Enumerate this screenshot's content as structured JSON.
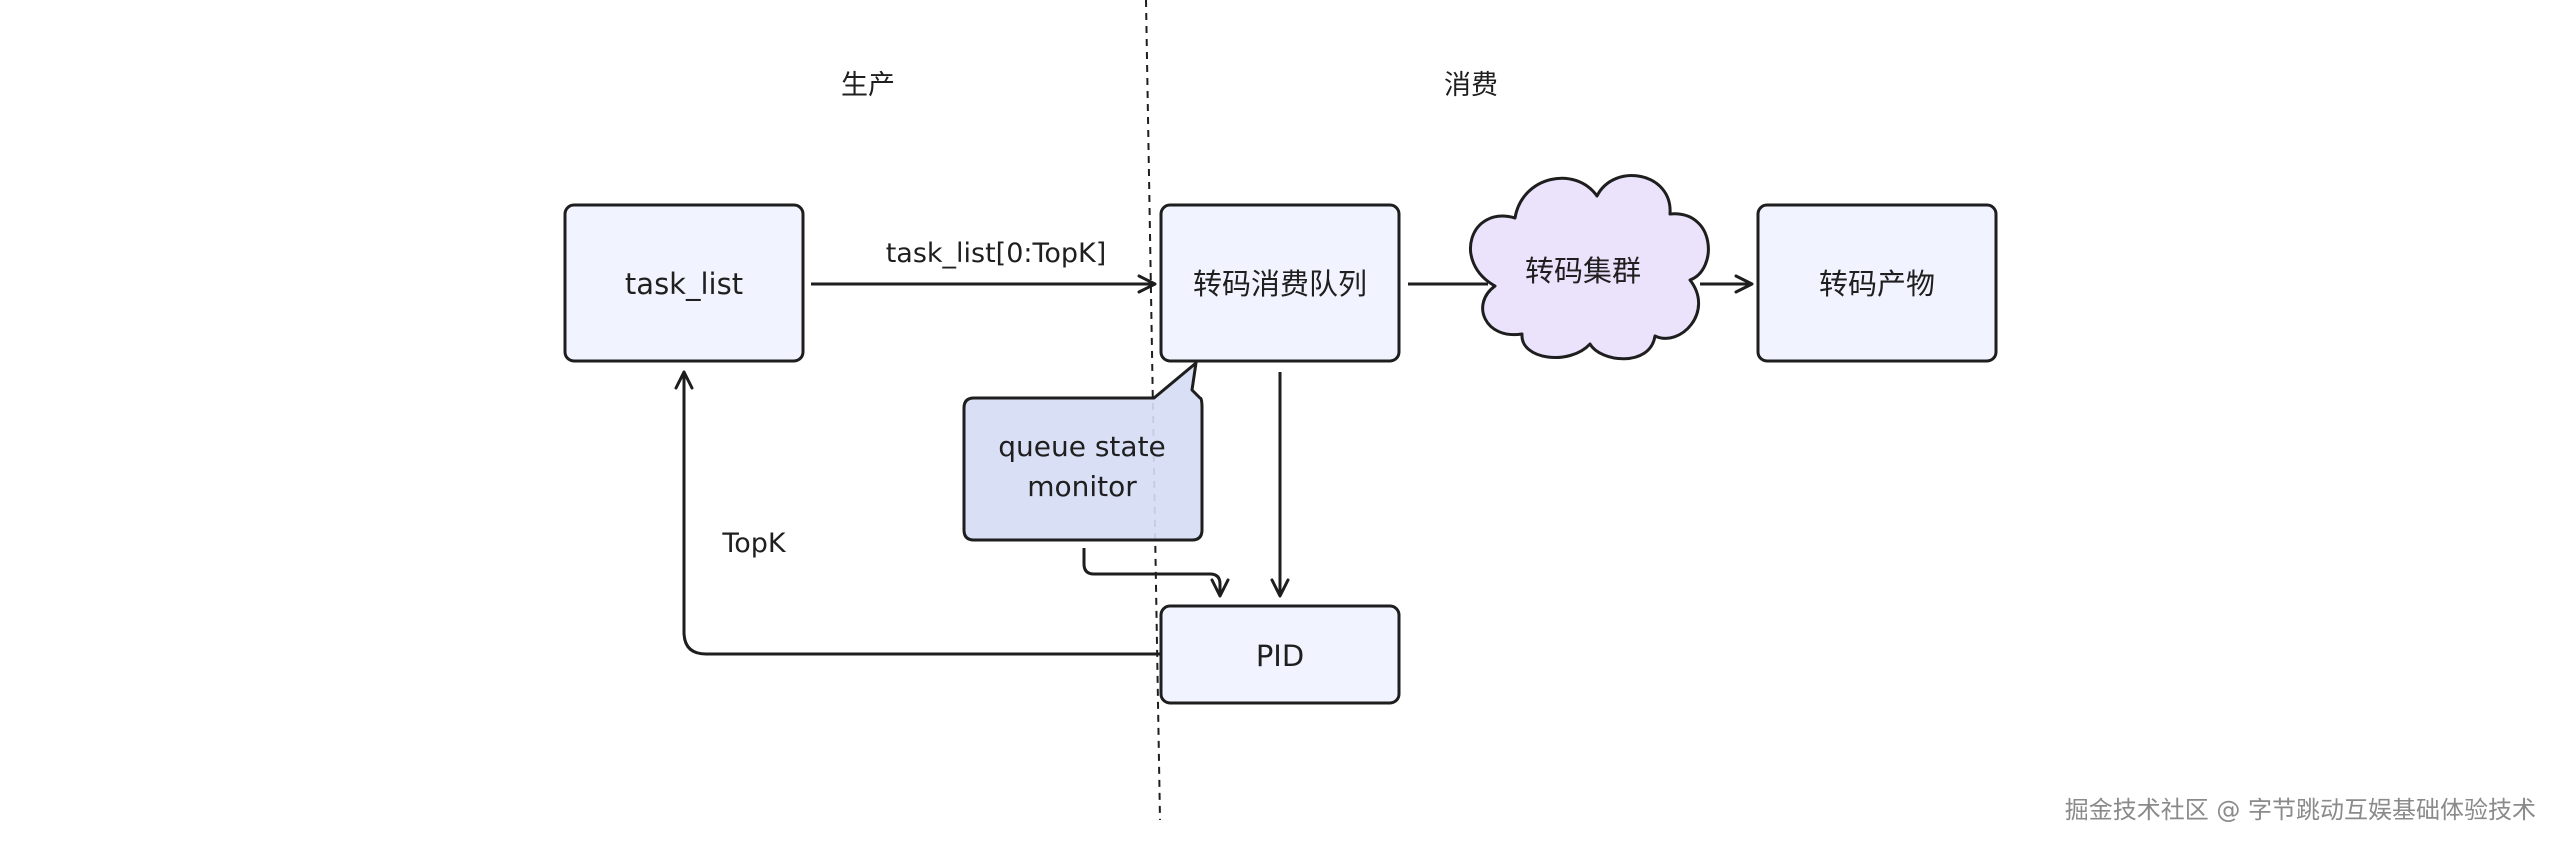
{
  "section_labels": {
    "production": "生产",
    "consumption": "消费"
  },
  "nodes": {
    "task_list": "task_list",
    "transcode_queue": "转码消费队列",
    "transcode_cluster": "转码集群",
    "transcode_output": "转码产物",
    "pid": "PID",
    "queue_monitor_line1": "queue state",
    "queue_monitor_line2": "monitor"
  },
  "edges": {
    "task_list_to_queue": "task_list[0:TopK]",
    "pid_to_task_list": "TopK"
  },
  "watermark": "掘金技术社区 @ 字节跳动互娱基础体验技术",
  "colors": {
    "box_fill": "#f1f4fe",
    "box_stroke": "#1e1e1e",
    "monitor_fill": "#d6dcf4",
    "cloud_fill": "#ebe2fb",
    "line": "#1e1e1e"
  }
}
